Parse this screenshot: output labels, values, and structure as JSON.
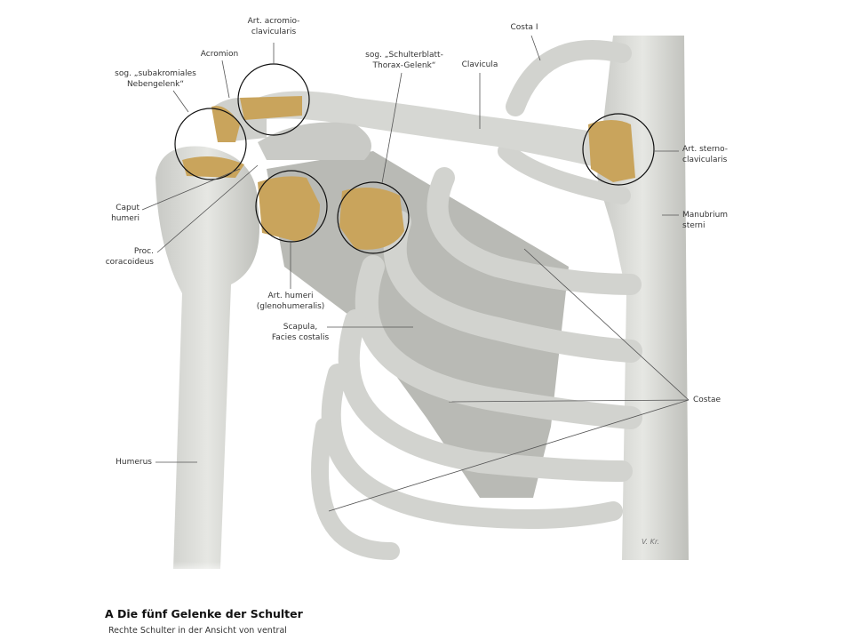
{
  "labels": {
    "acromioclavicularis": [
      "Art. acromio-",
      "clavicularis"
    ],
    "acromion": "Acromion",
    "subakromial": [
      "sog. „subakromiales",
      "Nebengelenk“"
    ],
    "scapulothoracic": [
      "sog. „Schulterblatt-",
      "Thorax-Gelenk“"
    ],
    "clavicula": "Clavicula",
    "costa1": "Costa I",
    "sternoclavicularis": [
      "Art. sterno-",
      "clavicularis"
    ],
    "manubrium": [
      "Manubrium",
      "sterni"
    ],
    "caput": [
      "Caput",
      "humeri"
    ],
    "coracoideus": [
      "Proc.",
      "coracoideus"
    ],
    "glenohumeralis": [
      "Art. humeri",
      "(glenohumeralis)"
    ],
    "scapula": [
      "Scapula,",
      "Facies costalis"
    ],
    "costae": "Costae",
    "humerus": "Humerus"
  },
  "caption": {
    "title": "A Die fünf Gelenke der Schulter",
    "subtitle": "Rechte Schulter in der Ansicht von ventral"
  },
  "signature": "V. Kr.",
  "colors": {
    "bone": "#d9dad6",
    "cartilage": "#c9a45c",
    "line": "#555555"
  }
}
